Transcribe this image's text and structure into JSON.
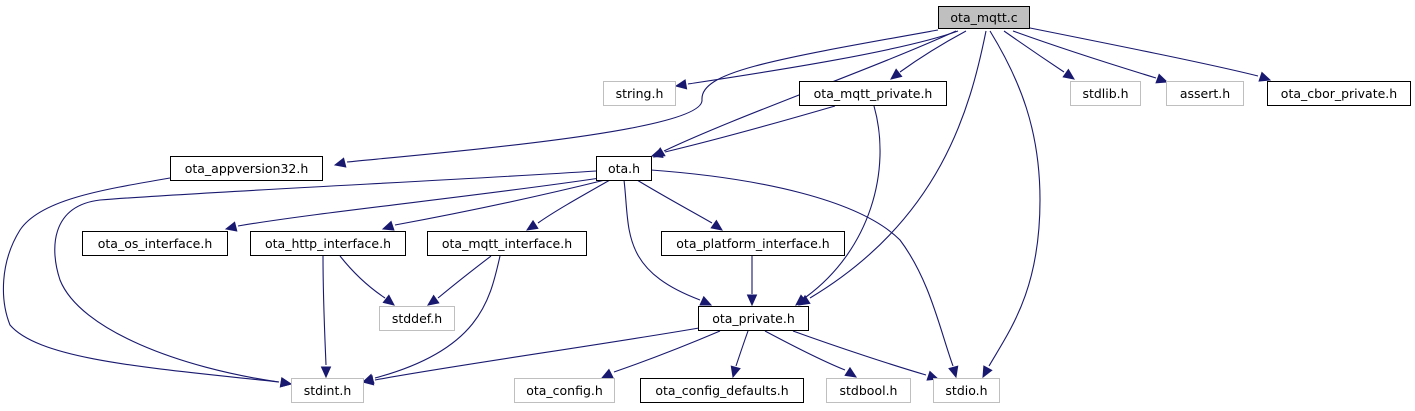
{
  "graph": {
    "colors": {
      "edge": "#191970",
      "root_fill": "#bfbfbf",
      "node_fill": "#ffffff",
      "documented_border": "#000000",
      "external_border": "#bfbfbf"
    },
    "nodes": [
      {
        "id": "ota_mqtt_c",
        "label": "ota_mqtt.c",
        "kind": "root"
      },
      {
        "id": "string_h",
        "label": "string.h",
        "kind": "external"
      },
      {
        "id": "ota_mqtt_private_h",
        "label": "ota_mqtt_private.h",
        "kind": "documented"
      },
      {
        "id": "stdlib_h",
        "label": "stdlib.h",
        "kind": "external"
      },
      {
        "id": "assert_h",
        "label": "assert.h",
        "kind": "external"
      },
      {
        "id": "ota_cbor_private_h",
        "label": "ota_cbor_private.h",
        "kind": "documented"
      },
      {
        "id": "ota_appversion32_h",
        "label": "ota_appversion32.h",
        "kind": "documented"
      },
      {
        "id": "ota_h",
        "label": "ota.h",
        "kind": "documented"
      },
      {
        "id": "ota_os_interface_h",
        "label": "ota_os_interface.h",
        "kind": "documented"
      },
      {
        "id": "ota_http_interface_h",
        "label": "ota_http_interface.h",
        "kind": "documented"
      },
      {
        "id": "ota_mqtt_interface_h",
        "label": "ota_mqtt_interface.h",
        "kind": "documented"
      },
      {
        "id": "ota_platform_interface_h",
        "label": "ota_platform_interface.h",
        "kind": "documented"
      },
      {
        "id": "stddef_h",
        "label": "stddef.h",
        "kind": "external"
      },
      {
        "id": "ota_private_h",
        "label": "ota_private.h",
        "kind": "documented"
      },
      {
        "id": "stdint_h",
        "label": "stdint.h",
        "kind": "external"
      },
      {
        "id": "ota_config_h",
        "label": "ota_config.h",
        "kind": "external"
      },
      {
        "id": "ota_config_defaults_h",
        "label": "ota_config_defaults.h",
        "kind": "documented"
      },
      {
        "id": "stdbool_h",
        "label": "stdbool.h",
        "kind": "external"
      },
      {
        "id": "stdio_h",
        "label": "stdio.h",
        "kind": "external"
      }
    ],
    "edges": [
      {
        "from": "ota_mqtt_c",
        "to": "string_h"
      },
      {
        "from": "ota_mqtt_c",
        "to": "ota_mqtt_private_h"
      },
      {
        "from": "ota_mqtt_c",
        "to": "stdlib_h"
      },
      {
        "from": "ota_mqtt_c",
        "to": "assert_h"
      },
      {
        "from": "ota_mqtt_c",
        "to": "ota_cbor_private_h"
      },
      {
        "from": "ota_mqtt_c",
        "to": "ota_appversion32_h"
      },
      {
        "from": "ota_mqtt_c",
        "to": "ota_h"
      },
      {
        "from": "ota_mqtt_c",
        "to": "ota_private_h"
      },
      {
        "from": "ota_mqtt_c",
        "to": "stdio_h"
      },
      {
        "from": "ota_mqtt_private_h",
        "to": "ota_h"
      },
      {
        "from": "ota_mqtt_private_h",
        "to": "ota_private_h"
      },
      {
        "from": "ota_appversion32_h",
        "to": "stdint_h"
      },
      {
        "from": "ota_h",
        "to": "stdint_h"
      },
      {
        "from": "ota_h",
        "to": "ota_os_interface_h"
      },
      {
        "from": "ota_h",
        "to": "ota_http_interface_h"
      },
      {
        "from": "ota_h",
        "to": "ota_mqtt_interface_h"
      },
      {
        "from": "ota_h",
        "to": "ota_platform_interface_h"
      },
      {
        "from": "ota_h",
        "to": "ota_private_h"
      },
      {
        "from": "ota_h",
        "to": "stdio_h"
      },
      {
        "from": "ota_http_interface_h",
        "to": "stdint_h"
      },
      {
        "from": "ota_http_interface_h",
        "to": "stddef_h"
      },
      {
        "from": "ota_mqtt_interface_h",
        "to": "stddef_h"
      },
      {
        "from": "ota_mqtt_interface_h",
        "to": "stdint_h"
      },
      {
        "from": "ota_platform_interface_h",
        "to": "ota_private_h"
      },
      {
        "from": "ota_private_h",
        "to": "stdint_h"
      },
      {
        "from": "ota_private_h",
        "to": "ota_config_h"
      },
      {
        "from": "ota_private_h",
        "to": "ota_config_defaults_h"
      },
      {
        "from": "ota_private_h",
        "to": "stdbool_h"
      },
      {
        "from": "ota_private_h",
        "to": "stdio_h"
      }
    ]
  }
}
